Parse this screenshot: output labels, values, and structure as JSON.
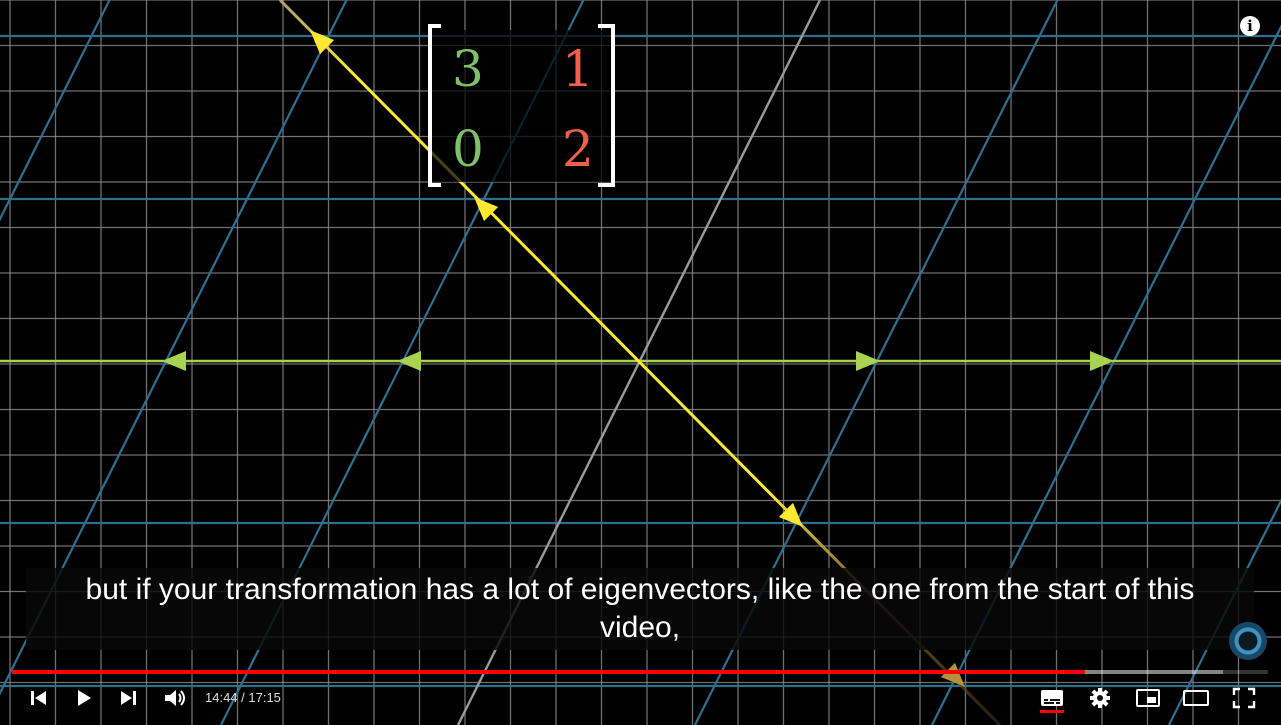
{
  "matrix": {
    "a11": "3",
    "a12": "1",
    "a21": "0",
    "a22": "2",
    "col1_color": "#7fbe6a",
    "col2_color": "#f0604a"
  },
  "scene": {
    "background": "#000000",
    "grid_color": "#8c8c8c",
    "transformed_grid_color": "#2e6f8e",
    "x_axis_eigenline_color": "#a8d350",
    "diagonal_eigenline_color": "#ffe830",
    "transformed_y_axis_color": "#9a9a9a"
  },
  "captions": {
    "line1": "but if your transformation has a lot of eigenvectors, like the one from the start of this",
    "line2": "video,"
  },
  "player": {
    "time_display": "14:44 / 17:15",
    "played_fraction": 0.854,
    "buffered_fraction": 0.964,
    "accent": "#ff0000",
    "info_glyph": "i"
  },
  "controls": [
    {
      "name": "previous-icon"
    },
    {
      "name": "play-icon"
    },
    {
      "name": "next-icon"
    },
    {
      "name": "volume-icon"
    },
    {
      "name": "subtitles-icon"
    },
    {
      "name": "settings-gear-icon"
    },
    {
      "name": "miniplayer-icon"
    },
    {
      "name": "theater-mode-icon"
    },
    {
      "name": "fullscreen-icon"
    }
  ]
}
